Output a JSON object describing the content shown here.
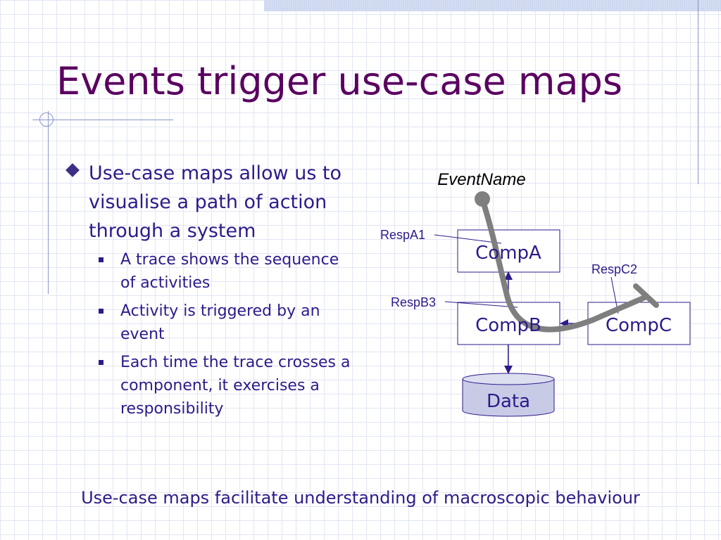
{
  "slide": {
    "title": "Events trigger use-case maps",
    "bullet": "Use-case maps allow us to visualise a path of action through a system",
    "sub_bullets": [
      "A trace shows the sequence of activities",
      "Activity is triggered by an event",
      "Each time the trace crosses a component, it exercises a responsibility"
    ],
    "footer": "Use-case maps facilitate understanding of macroscopic behaviour"
  },
  "diagram": {
    "event_label": "EventName",
    "components": [
      "CompA",
      "CompB",
      "CompC"
    ],
    "data_store": "Data",
    "responsibilities": [
      "RespA1",
      "RespB3",
      "RespC2"
    ],
    "colors": {
      "title": "#5a0060",
      "text": "#2e1a8a",
      "trace": "#7f7f7f",
      "data_fill": "#c7cbe6"
    }
  }
}
